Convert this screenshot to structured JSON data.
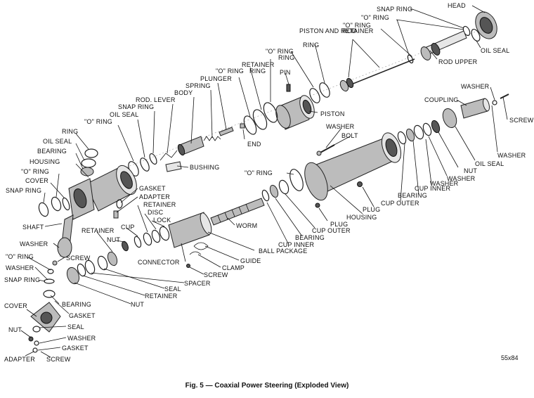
{
  "figure": {
    "caption": "Fig. 5 — Coaxial Power Steering (Exploded View)",
    "code": "55x84"
  },
  "labels": {
    "head": "HEAD",
    "snap_ring_top": "SNAP RING",
    "o_ring_top": "\"O\" RING",
    "piston_and_rod": "\"O\" RING",
    "oil_seal_top": "OIL SEAL",
    "rod_upper": "ROD UPPER",
    "piston_and_retainer": "PISTON AND RETAINER",
    "rod": "ROD",
    "ring_1": "RING",
    "ring_2": "RING",
    "o_ring_2": "\"O\" RING",
    "retainer_ring": "RETAINER",
    "ring_3": "RING",
    "o_ring_3": "\"O\" RING",
    "pin": "PIN",
    "piston": "PISTON",
    "plunger": "PLUNGER",
    "spring": "SPRING",
    "body": "BODY",
    "rod_lever": "ROD. LEVER",
    "snap_ring_2": "SNAP RING",
    "oil_seal_2": "OIL SEAL",
    "o_ring_4": "\"O\" RING",
    "end": "END",
    "ring_left": "RING",
    "oil_seal_left": "OIL SEAL",
    "bearing_left": "BEARING",
    "housing_left": "HOUSING",
    "o_ring_left": "\"O\" RING",
    "cover_left": "COVER",
    "snap_ring_left": "SNAP RING",
    "bushing": "BUSHING",
    "gasket": "GASKET",
    "adapter": "ADAPTER",
    "retainer_2": "RETAINER",
    "disc": "DISC",
    "lock": "LOCK",
    "cup_1": "CUP",
    "nut_1": "NUT",
    "retainer_3": "RETAINER",
    "shaft": "SHAFT",
    "washer_1": "WASHER",
    "screw_1": "SCREW",
    "o_ring_5": "\"O\" RING",
    "washer_2": "WASHER",
    "snap_ring_3": "SNAP RING",
    "washer_top": "WASHER",
    "coupling": "COUPLING",
    "screw_top": "SCREW",
    "washer_r": "WASHER",
    "washer_bolt": "WASHER",
    "bolt": "BOLT",
    "oil_seal_r": "OIL SEAL",
    "nut_r": "NUT",
    "washer_r2": "WASHER",
    "cup_inner_r": "CUP INNER",
    "bearing_r": "BEARING",
    "cup_outer_r": "CUP OUTER",
    "plug_1": "PLUG",
    "housing_r": "HOUSING",
    "plug_2": "PLUG",
    "cup_outer_2": "CUP OUTER",
    "bearing_2": "BEARING",
    "cup_inner_2": "CUP INNER",
    "o_ring_r": "\"O\" RING",
    "worm": "WORM",
    "ball_package": "BALL PACKAGE",
    "guide": "GUIDE",
    "clamp": "CLAMP",
    "screw_2": "SCREW",
    "connector": "CONNECTOR",
    "spacer": "SPACER",
    "seal_1": "SEAL",
    "retainer_4": "RETAINER",
    "nut_2": "NUT",
    "cover_b": "COVER",
    "bearing_b": "BEARING",
    "gasket_b": "GASKET",
    "seal_b": "SEAL",
    "nut_b": "NUT",
    "washer_b": "WASHER",
    "gasket_b2": "GASKET",
    "adapter_b": "ADAPTER",
    "screw_b": "SCREW"
  }
}
